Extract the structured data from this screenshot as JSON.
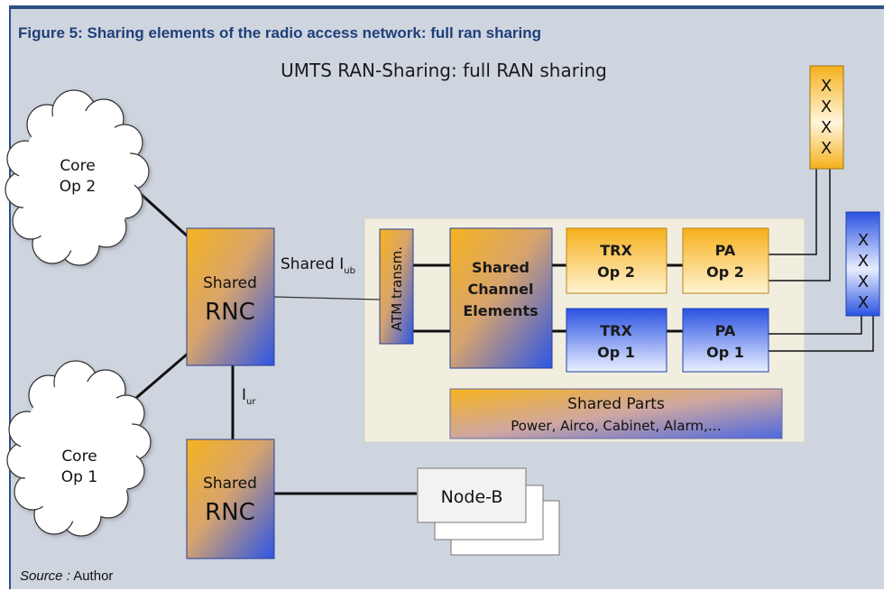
{
  "figure_title": "Figure 5: Sharing elements of the radio access network: full ran sharing",
  "diagram_title": "UMTS RAN-Sharing: full RAN sharing",
  "core_op2": [
    "Core",
    "Op 2"
  ],
  "core_op1": [
    "Core",
    "Op 1"
  ],
  "rnc_top": [
    "Shared",
    "RNC"
  ],
  "rnc_bottom": [
    "Shared",
    "RNC"
  ],
  "iub_label": "Shared I",
  "iub_sub": "ub",
  "iur_label": "I",
  "iur_sub": "ur",
  "atm_label": "ATM transm.",
  "channel_elements": [
    "Shared",
    "Channel",
    "Elements"
  ],
  "trx_op2": [
    "TRX",
    "Op 2"
  ],
  "trx_op1": [
    "TRX",
    "Op 1"
  ],
  "pa_op2": [
    "PA",
    "Op 2"
  ],
  "pa_op1": [
    "PA",
    "Op 1"
  ],
  "antenna_marks": "X",
  "shared_parts_title": "Shared Parts",
  "shared_parts_items": "Power, Airco, Cabinet, Alarm,…",
  "node_b": "Node-B",
  "source_label": "Source :",
  "source_value": " Author",
  "colors": {
    "orange": "#f5b21e",
    "blue": "#2d56e0",
    "frame": "#2c4f86",
    "title": "#1f3f7a",
    "panel": "#f1eee0"
  }
}
